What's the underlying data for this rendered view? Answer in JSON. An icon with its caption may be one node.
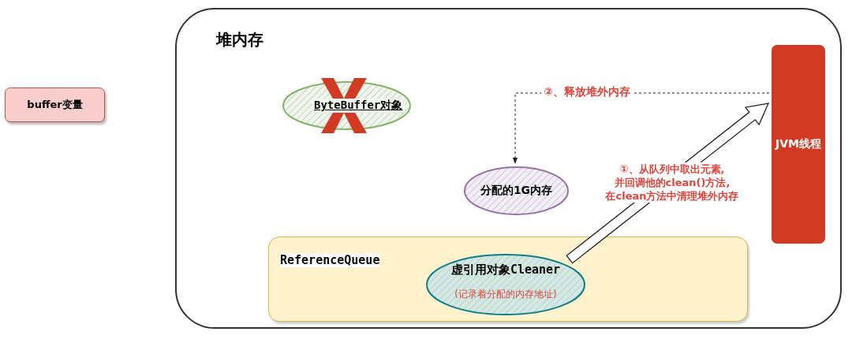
{
  "diagram": {
    "nodes": [
      {
        "text": [
          "buffer变量"
        ]
      },
      {
        "text": [
          "堆内存"
        ]
      },
      {
        "text": [
          "ByteBuffer对象"
        ],
        "in": 1
      },
      {
        "text": [
          "分配的1G内存"
        ],
        "in": 1
      },
      {
        "text": [
          "ReferenceQueue"
        ],
        "in": 1
      },
      {
        "text": [
          "虚引用对象Cleaner",
          "(记录着分配的内存地址)"
        ],
        "in": 4
      },
      {
        "text": [
          "JVM线程"
        ],
        "in": 1
      }
    ],
    "edges": [
      {
        "from": 5,
        "to": 6,
        "arrow": "to",
        "label": "①、从队列中取出元素, 并回调他的clean()方法, 在clean方法中清理堆外内存",
        "style": "thick"
      },
      {
        "from": 6,
        "to": 3,
        "arrow": "to",
        "label": "②、释放堆外内存",
        "style": "dashed"
      }
    ]
  }
}
